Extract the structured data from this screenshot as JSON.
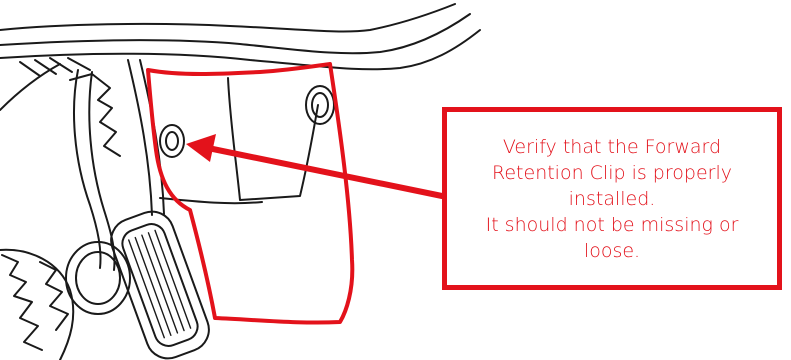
{
  "callout": {
    "lines": [
      "Verify that the Forward",
      "Retention Clip is properly",
      "installed.",
      "It should not be missing or",
      "loose."
    ]
  },
  "colors": {
    "highlight": "#e3121b",
    "line_art": "#1a1a1a",
    "background": "#ffffff"
  },
  "icons": {
    "pointer": "arrow-icon",
    "clip": "retention-clip-icon"
  }
}
